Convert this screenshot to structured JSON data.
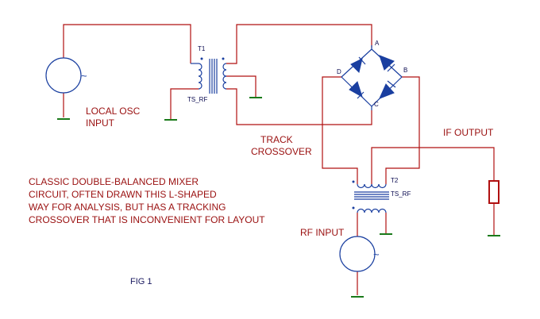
{
  "labels": {
    "local_osc": [
      "LOCAL OSC",
      "INPUT"
    ],
    "track_crossover": [
      "TRACK",
      "CROSSOVER"
    ],
    "if_output": "IF OUTPUT",
    "rf_input": "RF INPUT",
    "fig": "FIG 1",
    "note": [
      "CLASSIC DOUBLE-BALANCED MIXER",
      "CIRCUIT, OFTEN DRAWN THIS L-SHAPED",
      "WAY FOR ANALYSIS, BUT HAS A TRACKING",
      "CROSSOVER THAT IS INCONVENIENT FOR LAYOUT"
    ]
  },
  "components": {
    "t1_ref": "T1",
    "t1_part": "TS_RF",
    "t2_ref": "T2",
    "t2_part": "TS_RF",
    "node_a": "A",
    "node_b": "B",
    "node_c": "C",
    "node_d": "D",
    "ac_symbol": "~"
  },
  "colors": {
    "wire": "#b01010",
    "component": "#1a3fa0",
    "ground": "#1a7a1a",
    "text": "#9a1010"
  }
}
